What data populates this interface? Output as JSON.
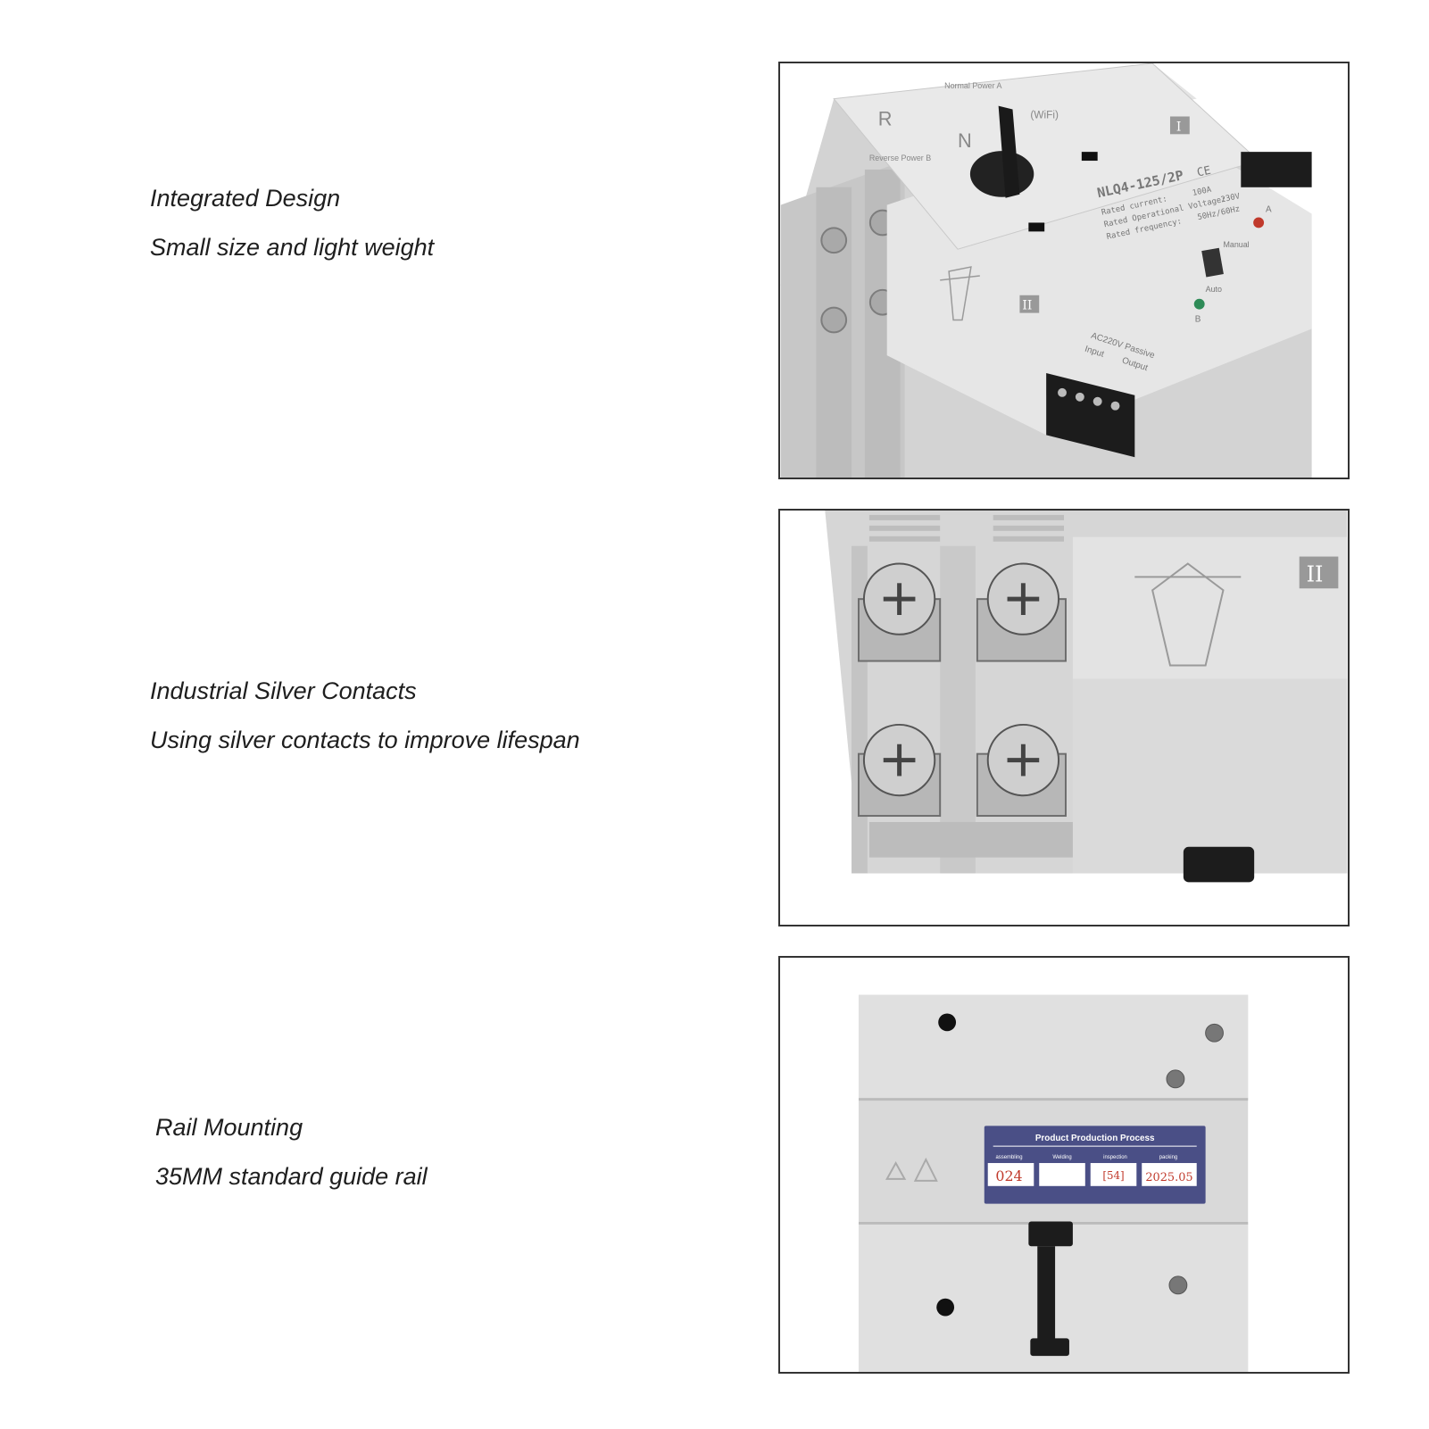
{
  "features": [
    {
      "title": "Integrated Design",
      "subtitle": "Small size and light weight"
    },
    {
      "title": "Industrial Silver Contacts",
      "subtitle": "Using silver contacts to improve lifespan"
    },
    {
      "title": "Rail Mounting",
      "subtitle": "35MM standard guide rail"
    }
  ],
  "device_labels": {
    "pole_r": "R",
    "pole_n": "N",
    "normal_power": "Normal Power A",
    "reverse_power": "Reverse Power B",
    "wifi": "(WiFi)",
    "model": "NLQ4-125/2P",
    "rated_current_label": "Rated current:",
    "rated_current_value": "100A",
    "rated_voltage_label": "Rated Operational Voltage:",
    "rated_voltage_value": "230V",
    "rated_frequency_label": "Rated frequency:",
    "rated_frequency_value": "50Hz/60Hz",
    "ce_mark": "CE",
    "indicator_a": "A",
    "indicator_b": "B",
    "mode_manual": "Manual",
    "mode_auto": "Auto",
    "roman_one": "I",
    "roman_two": "II",
    "passive": "AC220V Passive",
    "input_label": "Input",
    "output_label": "Output"
  },
  "production_label": {
    "heading": "Product Production Process",
    "columns": [
      "assembling",
      "Welding",
      "inspection",
      "packing"
    ],
    "values": [
      "024",
      "",
      "[54]",
      "2025.05"
    ]
  },
  "colors": {
    "housing": "#dcdcdc",
    "housing_shadow": "#bdbdbd",
    "label_bg": "#4a4f86",
    "stamp_red": "#c0392b"
  }
}
